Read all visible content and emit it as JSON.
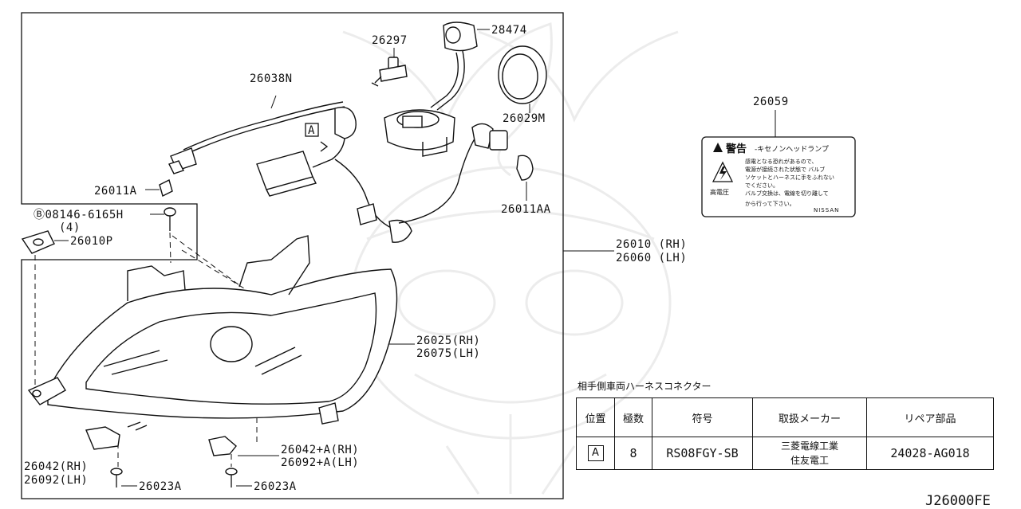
{
  "parts": {
    "p26297": "26297",
    "p28474": "28474",
    "p26038N": "26038N",
    "p26029M": "26029M",
    "p26011A": "26011A",
    "p26011AA": "26011AA",
    "bolt": "Ⓑ08146-6165H",
    "bolt_qty": "(4)",
    "p26010P": "26010P",
    "assy_rh": "26010 (RH)",
    "assy_lh": "26060 (LH)",
    "housing_rh": "26025(RH)",
    "housing_lh": "26075(LH)",
    "bracket_a_rh": "26042+A(RH)",
    "bracket_a_lh": "26092+A(LH)",
    "bracket_rh": "26042(RH)",
    "bracket_lh": "26092(LH)",
    "screw_left": "26023A",
    "screw_right": "26023A",
    "p26059": "26059",
    "ref_a": "A"
  },
  "warning_label": {
    "title": "警告",
    "subtitle": "-キセノンヘッドランプ",
    "line1": "感電となる恐れがあるので、",
    "line2": "電源が接続された状態で バルブ",
    "line3": "ソケットとハーネスに手をふれない",
    "line4": "でください。",
    "line5": "バルブ交換は、電線を切り離して",
    "line6": "から行って下さい。",
    "voltage": "高電圧",
    "brand": "NISSAN"
  },
  "connector_table": {
    "title": "相手側車両ハーネスコネクター",
    "headers": [
      "位置",
      "極数",
      "符号",
      "取扱メーカー",
      "リペア部品"
    ],
    "row": {
      "position": "A",
      "poles": "8",
      "code": "RS08FGY-SB",
      "maker1": "三菱電線工業",
      "maker2": "住友電工",
      "repair": "24028-AG018"
    }
  },
  "diagram_code": "J26000FE"
}
